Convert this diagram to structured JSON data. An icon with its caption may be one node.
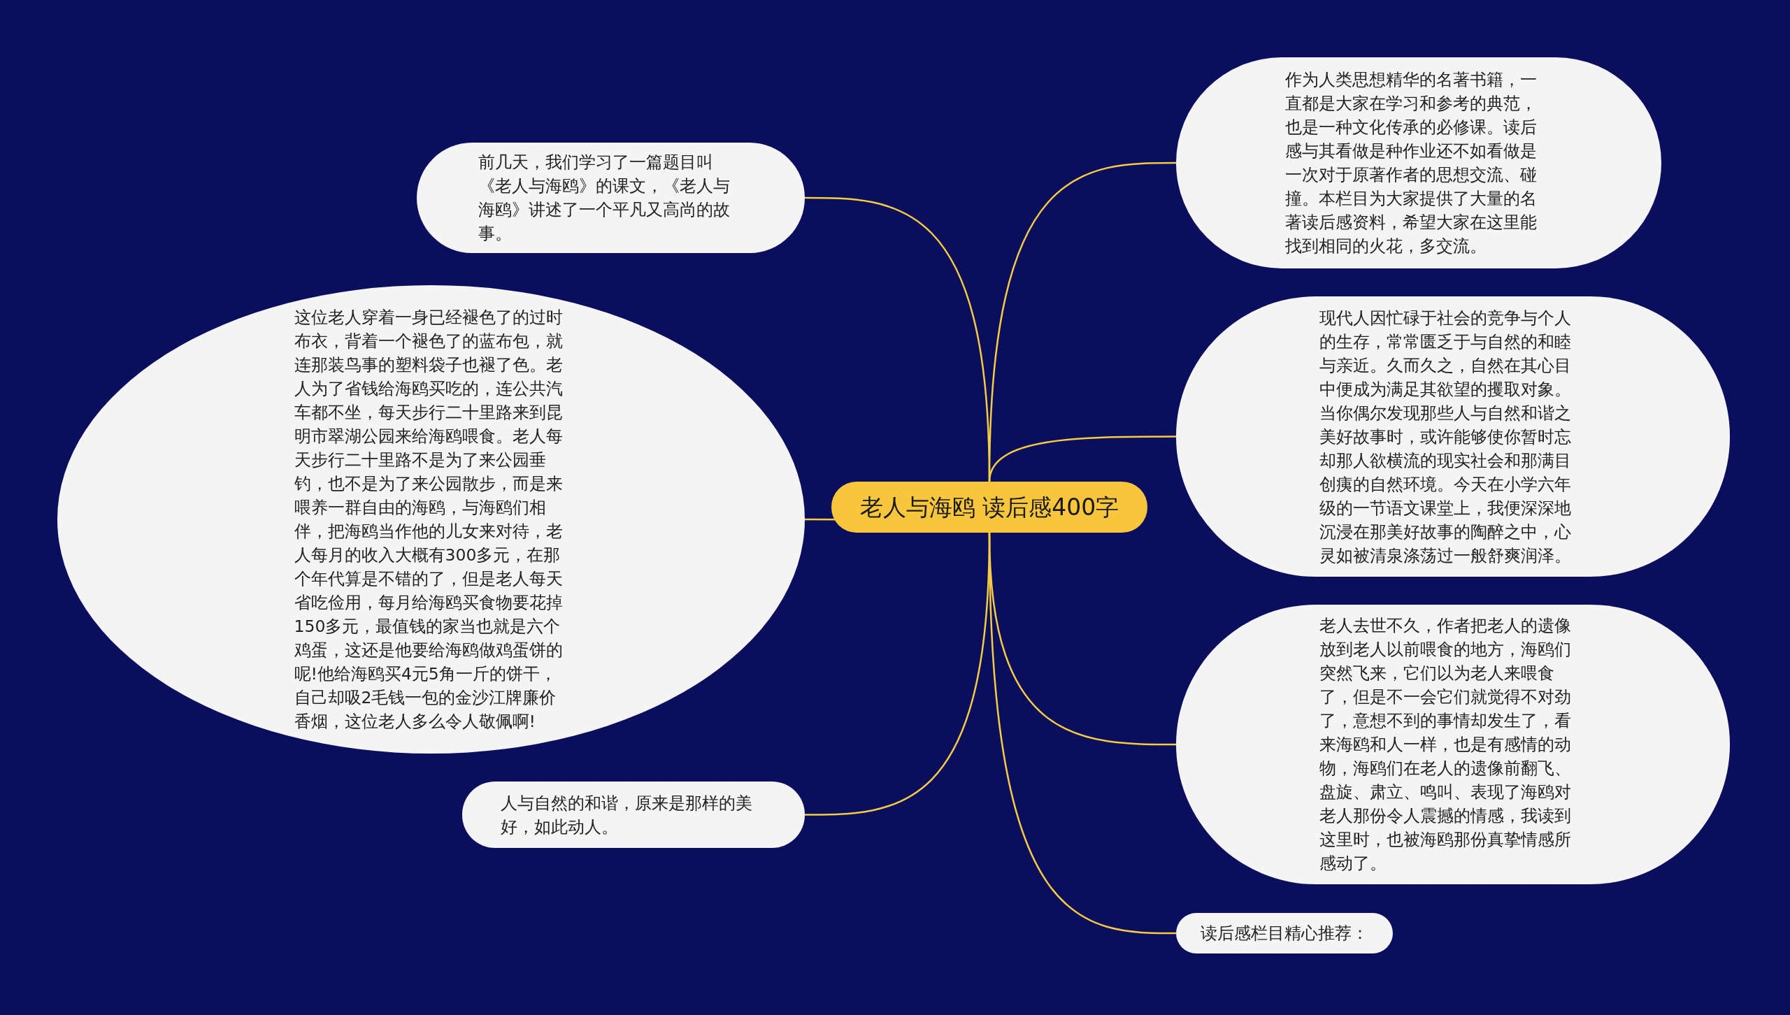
{
  "diagram": {
    "nodes": [
      {
        "text": [
          "老人与海鸥 读后感400字"
        ]
      },
      {
        "text": [
          "前几天，我们学习了一篇题目叫《老人与海鸥》的课文，《老人与海鸥》讲述了一个平凡又高尚的故事。"
        ]
      },
      {
        "text": [
          "这位老人穿着一身已经褪色了的过时布衣，背着一个褪色了的蓝布包，就连那装鸟事的塑料袋子也褪了色。老人为了省钱给海鸥买吃的，连公共汽车都不坐，每天步行二十里路来到昆明市翠湖公园来给海鸥喂食。老人每天步行二十里路不是为了来公园垂钓，也不是为了来公园散步，而是来喂养一群自由的海鸥，与海鸥们相伴，把海鸥当作他的儿女来对待，老人每月的收入大概有300多元，在那个年代算是不错的了，但是老人每天省吃俭用，每月给海鸥买食物要花掉150多元，最值钱的家当也就是六个鸡蛋，这还是他要给海鸥做鸡蛋饼的呢!他给海鸥买4元5角一斤的饼干，自己却吸2毛钱一包的金沙江牌廉价香烟，这位老人多么令人敬佩啊!"
        ]
      },
      {
        "text": [
          "人与自然的和谐，原来是那样的美好，如此动人。"
        ]
      },
      {
        "text": [
          "作为人类思想精华的名著书籍，一直都是大家在学习和参考的典范，也是一种文化传承的必修课。读后感与其看做是种作业还不如看做是一次对于原著作者的思想交流、碰撞。本栏目为大家提供了大量的名著读后感资料，希望大家在这里能找到相同的火花，多交流。"
        ]
      },
      {
        "text": [
          "现代人因忙碌于社会的竞争与个人的生存，常常匮乏于与自然的和睦与亲近。久而久之，自然在其心目中便成为满足其欲望的攫取对象。当你偶尔发现那些人与自然和谐之美好故事时，或许能够使你暂时忘却那人欲横流的现实社会和那满目创痍的自然环境。今天在小学六年级的一节语文课堂上，我便深深地沉浸在那美好故事的陶醉之中，心灵如被清泉涤荡过一般舒爽润泽。"
        ]
      },
      {
        "text": [
          "老人去世不久，作者把老人的遗像放到老人以前喂食的地方，海鸥们突然飞来，它们以为老人来喂食了，但是不一会它们就觉得不对劲了，意想不到的事情却发生了，看来海鸥和人一样，也是有感情的动物，海鸥们在老人的遗像前翻飞、盘旋、肃立、鸣叫、表现了海鸥对老人那份令人震撼的情感，我读到这里时，也被海鸥那份真挚情感所感动了。"
        ]
      },
      {
        "text": [
          "读后感栏目精心推荐："
        ]
      }
    ],
    "edges": [
      {
        "from": 0,
        "to": 1,
        "arrow": "none"
      },
      {
        "from": 0,
        "to": 2,
        "arrow": "none"
      },
      {
        "from": 0,
        "to": 3,
        "arrow": "none"
      },
      {
        "from": 0,
        "to": 4,
        "arrow": "none"
      },
      {
        "from": 0,
        "to": 5,
        "arrow": "none"
      },
      {
        "from": 0,
        "to": 6,
        "arrow": "none"
      },
      {
        "from": 0,
        "to": 7,
        "arrow": "none"
      }
    ]
  }
}
